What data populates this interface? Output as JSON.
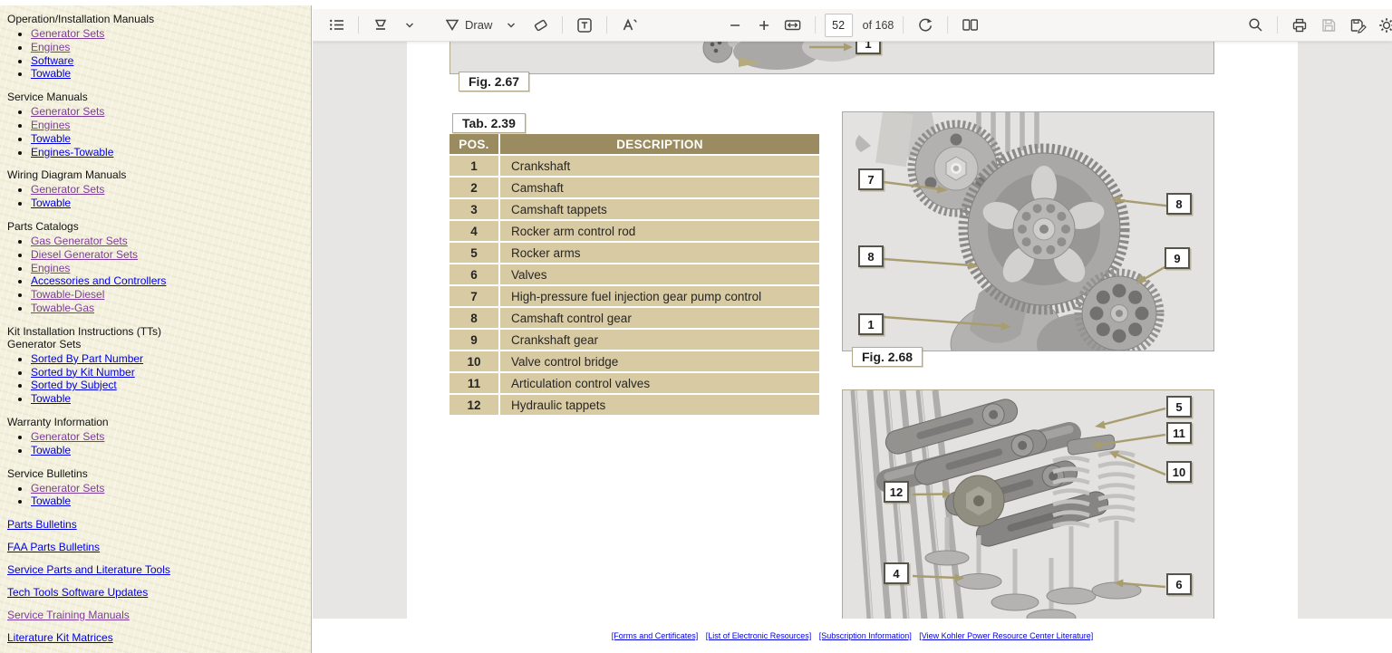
{
  "sidebar": {
    "groups": [
      {
        "heading_lines": [
          "Operation/Installation Manuals"
        ],
        "links": [
          {
            "label": "Generator Sets",
            "visited": true
          },
          {
            "label": "Engines",
            "visited": true
          },
          {
            "label": "Software",
            "visited": false
          },
          {
            "label": "Towable",
            "visited": false
          }
        ]
      },
      {
        "heading_lines": [
          "Service Manuals"
        ],
        "links": [
          {
            "label": "Generator Sets",
            "visited": true
          },
          {
            "label": "Engines",
            "visited": true
          },
          {
            "label": "Towable",
            "visited": false
          },
          {
            "label": "Engines-Towable",
            "visited": false
          }
        ]
      },
      {
        "heading_lines": [
          "Wiring Diagram Manuals"
        ],
        "links": [
          {
            "label": "Generator Sets",
            "visited": true
          },
          {
            "label": "Towable",
            "visited": false
          }
        ]
      },
      {
        "heading_lines": [
          "Parts Catalogs"
        ],
        "links": [
          {
            "label": "Gas Generator Sets",
            "visited": true
          },
          {
            "label": "Diesel Generator Sets",
            "visited": true
          },
          {
            "label": "Engines",
            "visited": true
          },
          {
            "label": "Accessories and Controllers",
            "visited": false
          },
          {
            "label": "Towable-Diesel",
            "visited": true
          },
          {
            "label": "Towable-Gas",
            "visited": true
          }
        ]
      },
      {
        "heading_lines": [
          "Kit Installation Instructions (TTs)",
          "Generator Sets"
        ],
        "links": [
          {
            "label": "Sorted By Part Number",
            "visited": false
          },
          {
            "label": "Sorted by Kit Number",
            "visited": false
          },
          {
            "label": "Sorted by Subject",
            "visited": false
          },
          {
            "label": "Towable",
            "visited": false
          }
        ]
      },
      {
        "heading_lines": [
          "Warranty Information"
        ],
        "links": [
          {
            "label": "Generator Sets",
            "visited": true
          },
          {
            "label": "Towable",
            "visited": false
          }
        ]
      },
      {
        "heading_lines": [
          "Service Bulletins"
        ],
        "links": [
          {
            "label": "Generator Sets",
            "visited": true
          },
          {
            "label": "Towable",
            "visited": false
          }
        ]
      }
    ],
    "standalone_links": [
      {
        "label": "Parts Bulletins",
        "visited": false
      },
      {
        "label": "FAA Parts Bulletins",
        "visited": false
      },
      {
        "label": "Service Parts and Literature Tools",
        "visited": false
      },
      {
        "label": "Tech Tools Software Updates",
        "visited": false
      },
      {
        "label": "Service Training Manuals",
        "visited": true
      },
      {
        "label": "Literature Kit Matrices",
        "visited": false
      }
    ]
  },
  "toolbar": {
    "draw_label": "Draw",
    "page_value": "52",
    "page_count_label": "of 168"
  },
  "document": {
    "fig67": {
      "label": "Fig. 2.67",
      "callouts": [
        "1"
      ]
    },
    "table": {
      "label": "Tab. 2.39",
      "columns": [
        "POS.",
        "DESCRIPTION"
      ],
      "rows": [
        [
          "1",
          "Crankshaft"
        ],
        [
          "2",
          "Camshaft"
        ],
        [
          "3",
          "Camshaft tappets"
        ],
        [
          "4",
          "Rocker arm control rod"
        ],
        [
          "5",
          "Rocker arms"
        ],
        [
          "6",
          "Valves"
        ],
        [
          "7",
          "High-pressure fuel injection gear pump control"
        ],
        [
          "8",
          "Camshaft control gear"
        ],
        [
          "9",
          "Crankshaft gear"
        ],
        [
          "10",
          "Valve control bridge"
        ],
        [
          "11",
          "Articulation control valves"
        ],
        [
          "12",
          "Hydraulic tappets"
        ]
      ]
    },
    "fig68": {
      "label": "Fig. 2.68",
      "callouts": [
        "7",
        "8",
        "8",
        "9",
        "1"
      ]
    },
    "fig69": {
      "callouts": [
        "5",
        "11",
        "10",
        "12",
        "4",
        "6"
      ]
    }
  },
  "footer": {
    "links": [
      "[Forms and Certificates]",
      "[List of Electronic Resources]",
      "[Subscription Information]",
      "[View Kohler Power Resource Center Literature]"
    ]
  },
  "colors": {
    "table_header_bg": "#9a8b61",
    "table_row_bg": "#d8cba3",
    "sidebar_bg": "#f4f1de",
    "link_blue": "#0000e0",
    "link_visited": "#7d3c98",
    "figure_bg": "#e4e2e0",
    "figure_border": "#b3aa8e",
    "callout_border": "#56554b",
    "arrow": "#a79d6f"
  }
}
